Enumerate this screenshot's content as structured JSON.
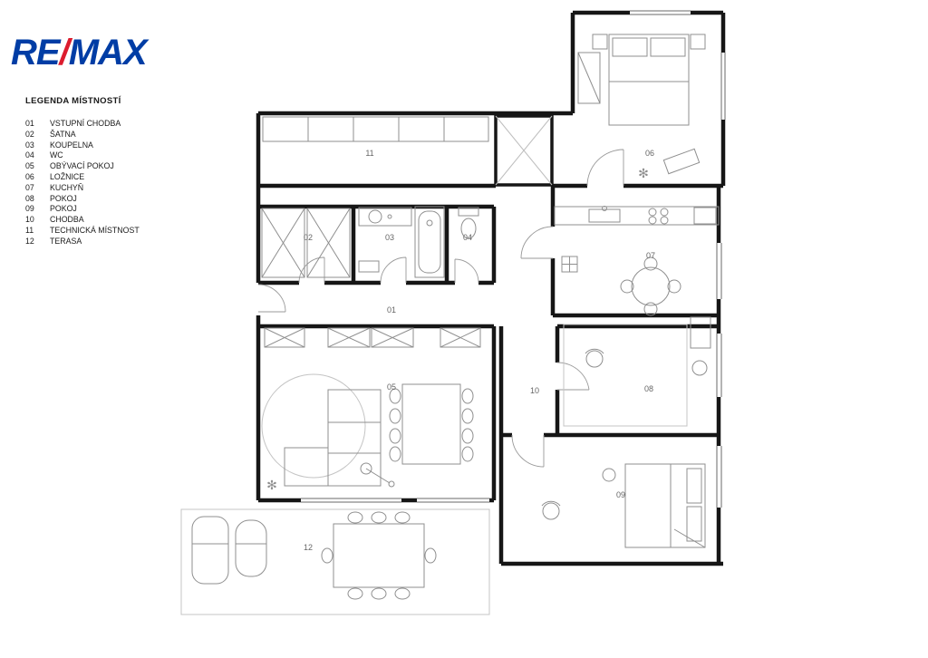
{
  "logo": {
    "re": "RE",
    "slash": "/",
    "max": "MAX",
    "colors": {
      "blue": "#003DA5",
      "red": "#DC1C2E"
    }
  },
  "legend": {
    "title": "LEGENDA MÍSTNOSTÍ"
  },
  "rooms": [
    {
      "num": "01",
      "name": "VSTUPNÍ CHODBA"
    },
    {
      "num": "02",
      "name": "ŠATNA"
    },
    {
      "num": "03",
      "name": "KOUPELNA"
    },
    {
      "num": "04",
      "name": "WC"
    },
    {
      "num": "05",
      "name": "OBÝVACÍ POKOJ"
    },
    {
      "num": "06",
      "name": "LOŽNICE"
    },
    {
      "num": "07",
      "name": "KUCHYŇ"
    },
    {
      "num": "08",
      "name": "POKOJ"
    },
    {
      "num": "09",
      "name": "POKOJ"
    },
    {
      "num": "10",
      "name": "CHODBA"
    },
    {
      "num": "11",
      "name": "TECHNICKÁ MÍSTNOST"
    },
    {
      "num": "12",
      "name": "TERASA"
    }
  ]
}
